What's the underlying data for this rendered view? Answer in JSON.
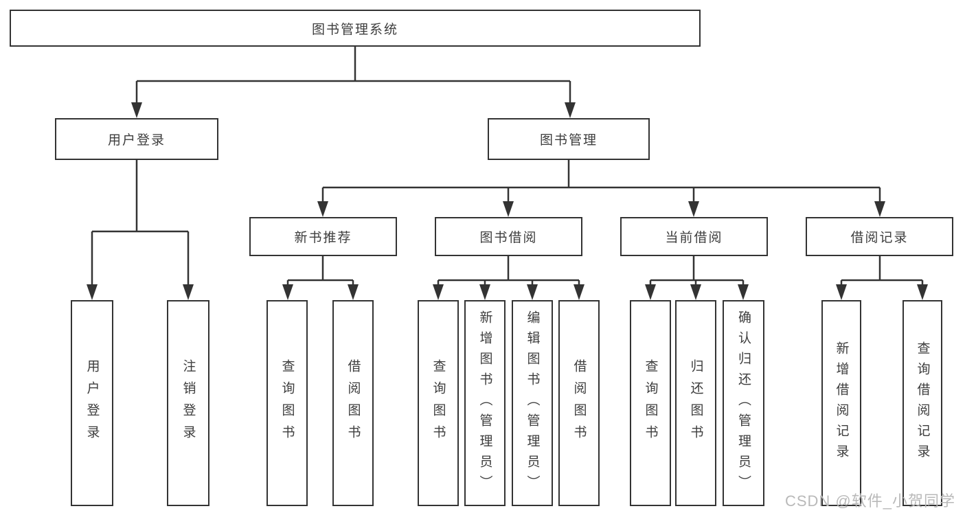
{
  "nodes": {
    "root": "图书管理系统",
    "user_login_branch": {
      "label": "用户登录",
      "children": [
        "用户登录",
        "注销登录"
      ]
    },
    "book_management_branch": {
      "label": "图书管理",
      "children": [
        {
          "label": "新书推荐",
          "children": [
            "查询图书",
            "借阅图书"
          ]
        },
        {
          "label": "图书借阅",
          "children": [
            "查询图书",
            "新增图书（管理员）",
            "编辑图书（管理员）",
            "借阅图书"
          ]
        },
        {
          "label": "当前借阅",
          "children": [
            "查询图书",
            "归还图书",
            "确认归还（管理员）"
          ]
        },
        {
          "label": "借阅记录",
          "children": [
            "新增借阅记录",
            "查询借阅记录"
          ]
        }
      ]
    }
  },
  "watermark": {
    "text": "CSDN @软件_小贺同学"
  },
  "colors": {
    "line": "#333333",
    "box_border": "#333333",
    "text": "#3d3d3d",
    "watermark": "#b9b9b9",
    "background": "#ffffff"
  }
}
